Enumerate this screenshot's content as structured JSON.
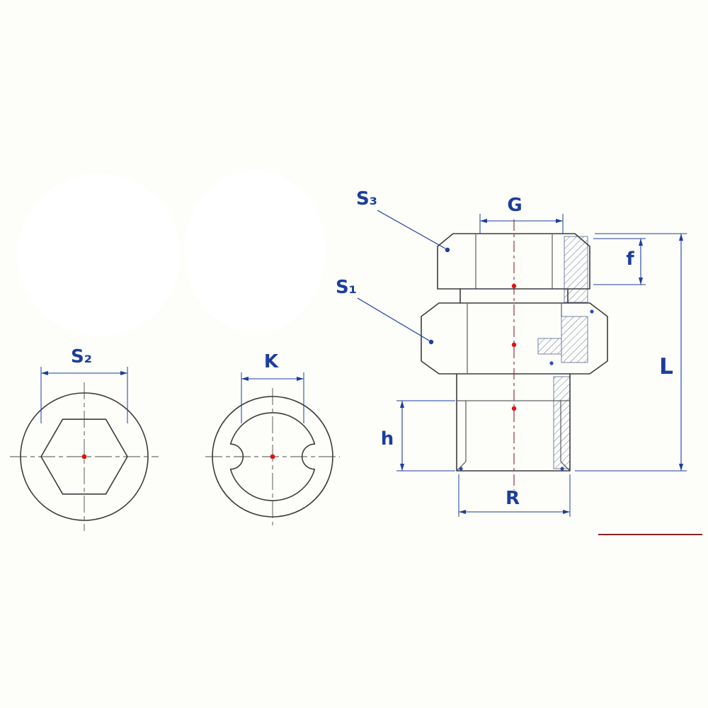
{
  "drawing": {
    "labels": {
      "s3": "S₃",
      "s1": "S₁",
      "s2": "S₂",
      "k": "K",
      "g": "G",
      "f": "f",
      "l": "L",
      "h": "h",
      "r": "R"
    }
  },
  "colors": {
    "background": "#fdfdfa",
    "outline": "#3c3c3c",
    "dimension": "#1c3e9c",
    "centerline": "#8a2525",
    "center_dot": "#e01212",
    "node_dot": "#2a4bbf",
    "hatch": "#64749e"
  }
}
